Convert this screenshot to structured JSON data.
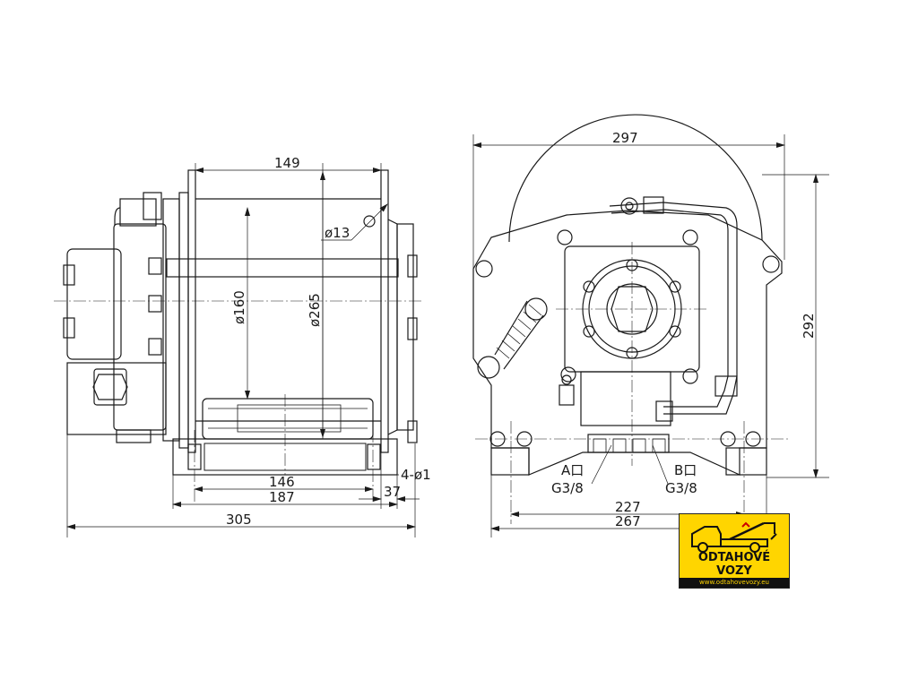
{
  "dimensions": {
    "d149": "149",
    "d13": "ø13",
    "d160": "ø160",
    "d265": "ø265",
    "d146": "146",
    "d187": "187",
    "d305": "305",
    "d37": "37",
    "d4x1": "4-ø1",
    "d297": "297",
    "d292": "292",
    "d227": "227",
    "d267": "267"
  },
  "ports": {
    "a_label": "A口",
    "a_thread": "G3/8",
    "b_label": "B口",
    "b_thread": "G3/8"
  },
  "logo": {
    "line1": "ODTAHOVÉ",
    "line2": "VOZY",
    "website": "www.odtahovevozy.eu",
    "background": "#ffd500"
  }
}
